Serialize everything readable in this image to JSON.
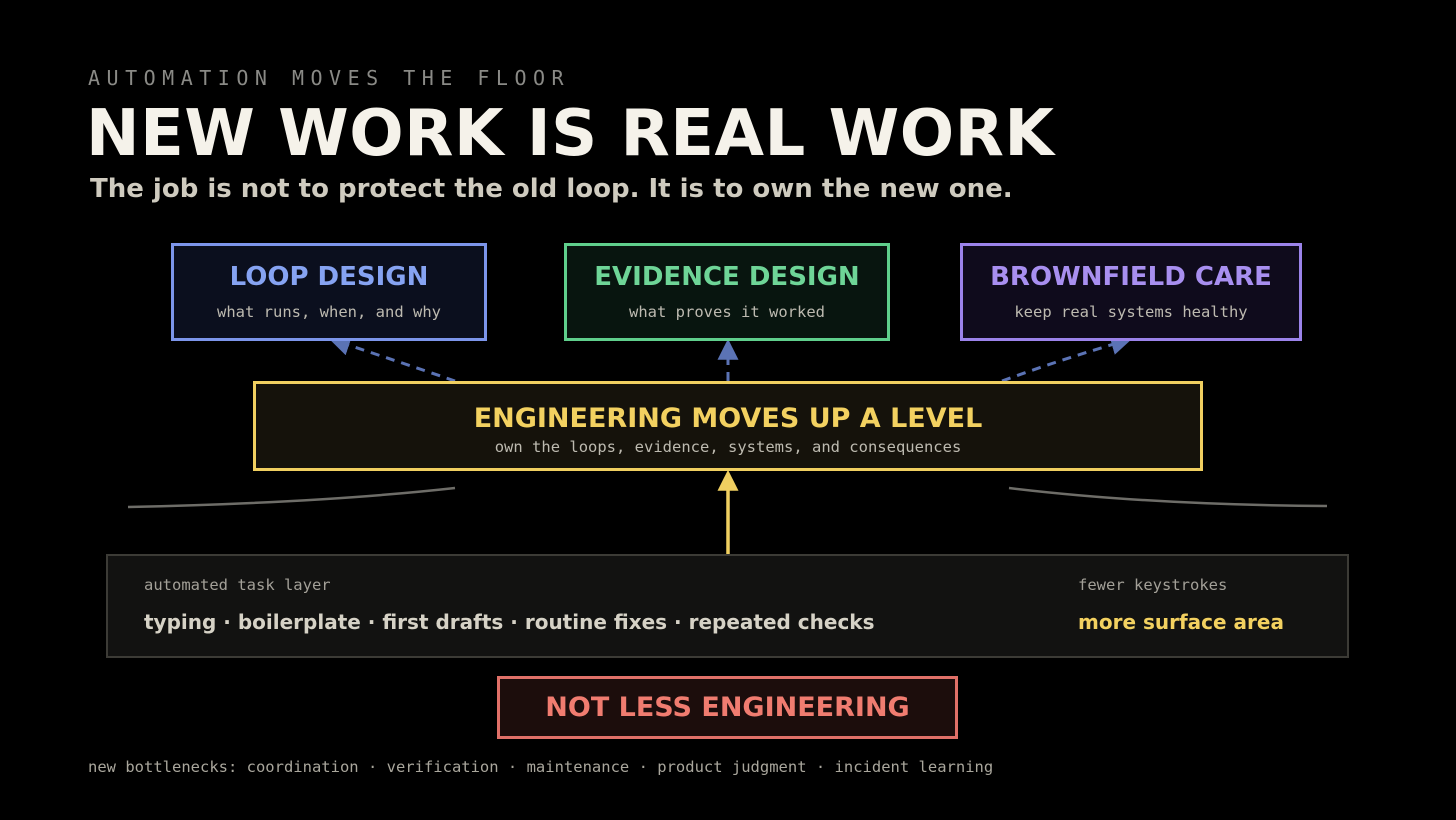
{
  "eyebrow": "AUTOMATION MOVES THE FLOOR",
  "title": "NEW WORK IS REAL WORK",
  "subtitle": "The job is not to protect the old loop. It is to own the new one.",
  "boxes": {
    "loop": {
      "title": "LOOP DESIGN",
      "sub": "what runs, when, and why"
    },
    "evidence": {
      "title": "EVIDENCE DESIGN",
      "sub": "what proves it worked"
    },
    "brownfield": {
      "title": "BROWNFIELD CARE",
      "sub": "keep real systems healthy"
    },
    "engineering": {
      "title": "ENGINEERING MOVES UP A LEVEL",
      "sub": "own the loops, evidence, systems, and consequences"
    }
  },
  "automated": {
    "caption_left": "automated task layer",
    "tasks": "typing · boilerplate · first drafts · routine fixes · repeated checks",
    "caption_right": "fewer keystrokes",
    "highlight": "more surface area"
  },
  "conclusion": "NOT LESS ENGINEERING",
  "footer": "new bottlenecks: coordination · verification · maintenance · product judgment · incident learning",
  "colors": {
    "loop": "#7c95ea",
    "evidence": "#5fcf8c",
    "brownfield": "#9b83ea",
    "engineering": "#f0cf60",
    "conclusion": "#e07068",
    "connector": "#5b73b5"
  }
}
